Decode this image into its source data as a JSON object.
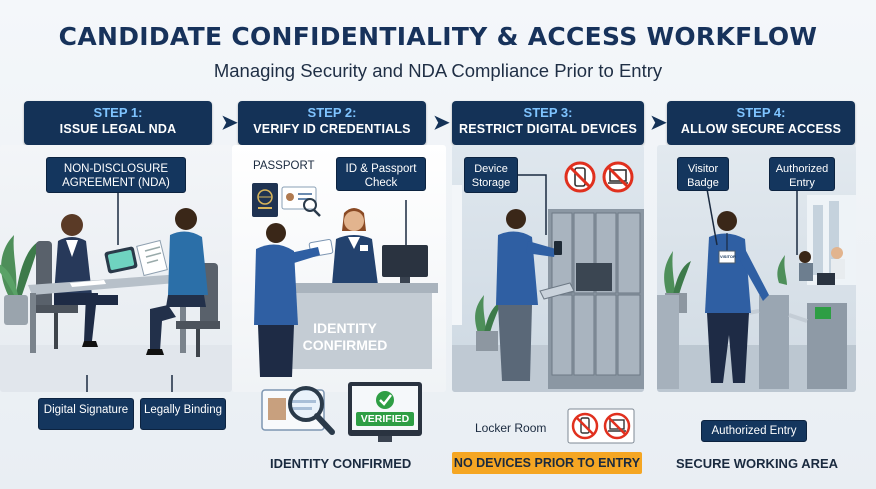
{
  "header": {
    "title": "CANDIDATE CONFIDENTIALITY & ACCESS WORKFLOW",
    "subtitle": "Managing Security and NDA Compliance Prior to Entry"
  },
  "steps": [
    {
      "number": "STEP 1:",
      "title": "ISSUE LEGAL NDA",
      "labels": {
        "nda": "NON-DISCLOSURE AGREEMENT (NDA)",
        "digital": "Digital Signature",
        "legal": "Legally Binding"
      }
    },
    {
      "number": "STEP 2:",
      "title": "VERIFY ID CREDENTIALS",
      "labels": {
        "passport": "PASSPORT",
        "check": "ID & Passport Check",
        "desk_line1": "IDENTITY",
        "desk_line2": "CONFIRMED",
        "verified": "VERIFIED"
      },
      "caption": "IDENTITY CONFIRMED"
    },
    {
      "number": "STEP 3:",
      "title": "RESTRICT DIGITAL DEVICES",
      "labels": {
        "storage": "Device Storage",
        "locker": "Locker Room"
      },
      "caption": "NO DEVICES PRIOR TO ENTRY"
    },
    {
      "number": "STEP 4:",
      "title": "ALLOW SECURE ACCESS",
      "labels": {
        "badge": "Visitor Badge",
        "authorized": "Authorized Entry",
        "authorized_bottom": "Authorized Entry",
        "badge_text": "VISITOR"
      },
      "caption": "SECURE WORKING AREA"
    }
  ],
  "colors": {
    "navy": "#143257",
    "accent_blue": "#7fc4ff",
    "warning": "#f5a623",
    "prohibit": "#e0301e",
    "verified": "#2e9e44"
  }
}
